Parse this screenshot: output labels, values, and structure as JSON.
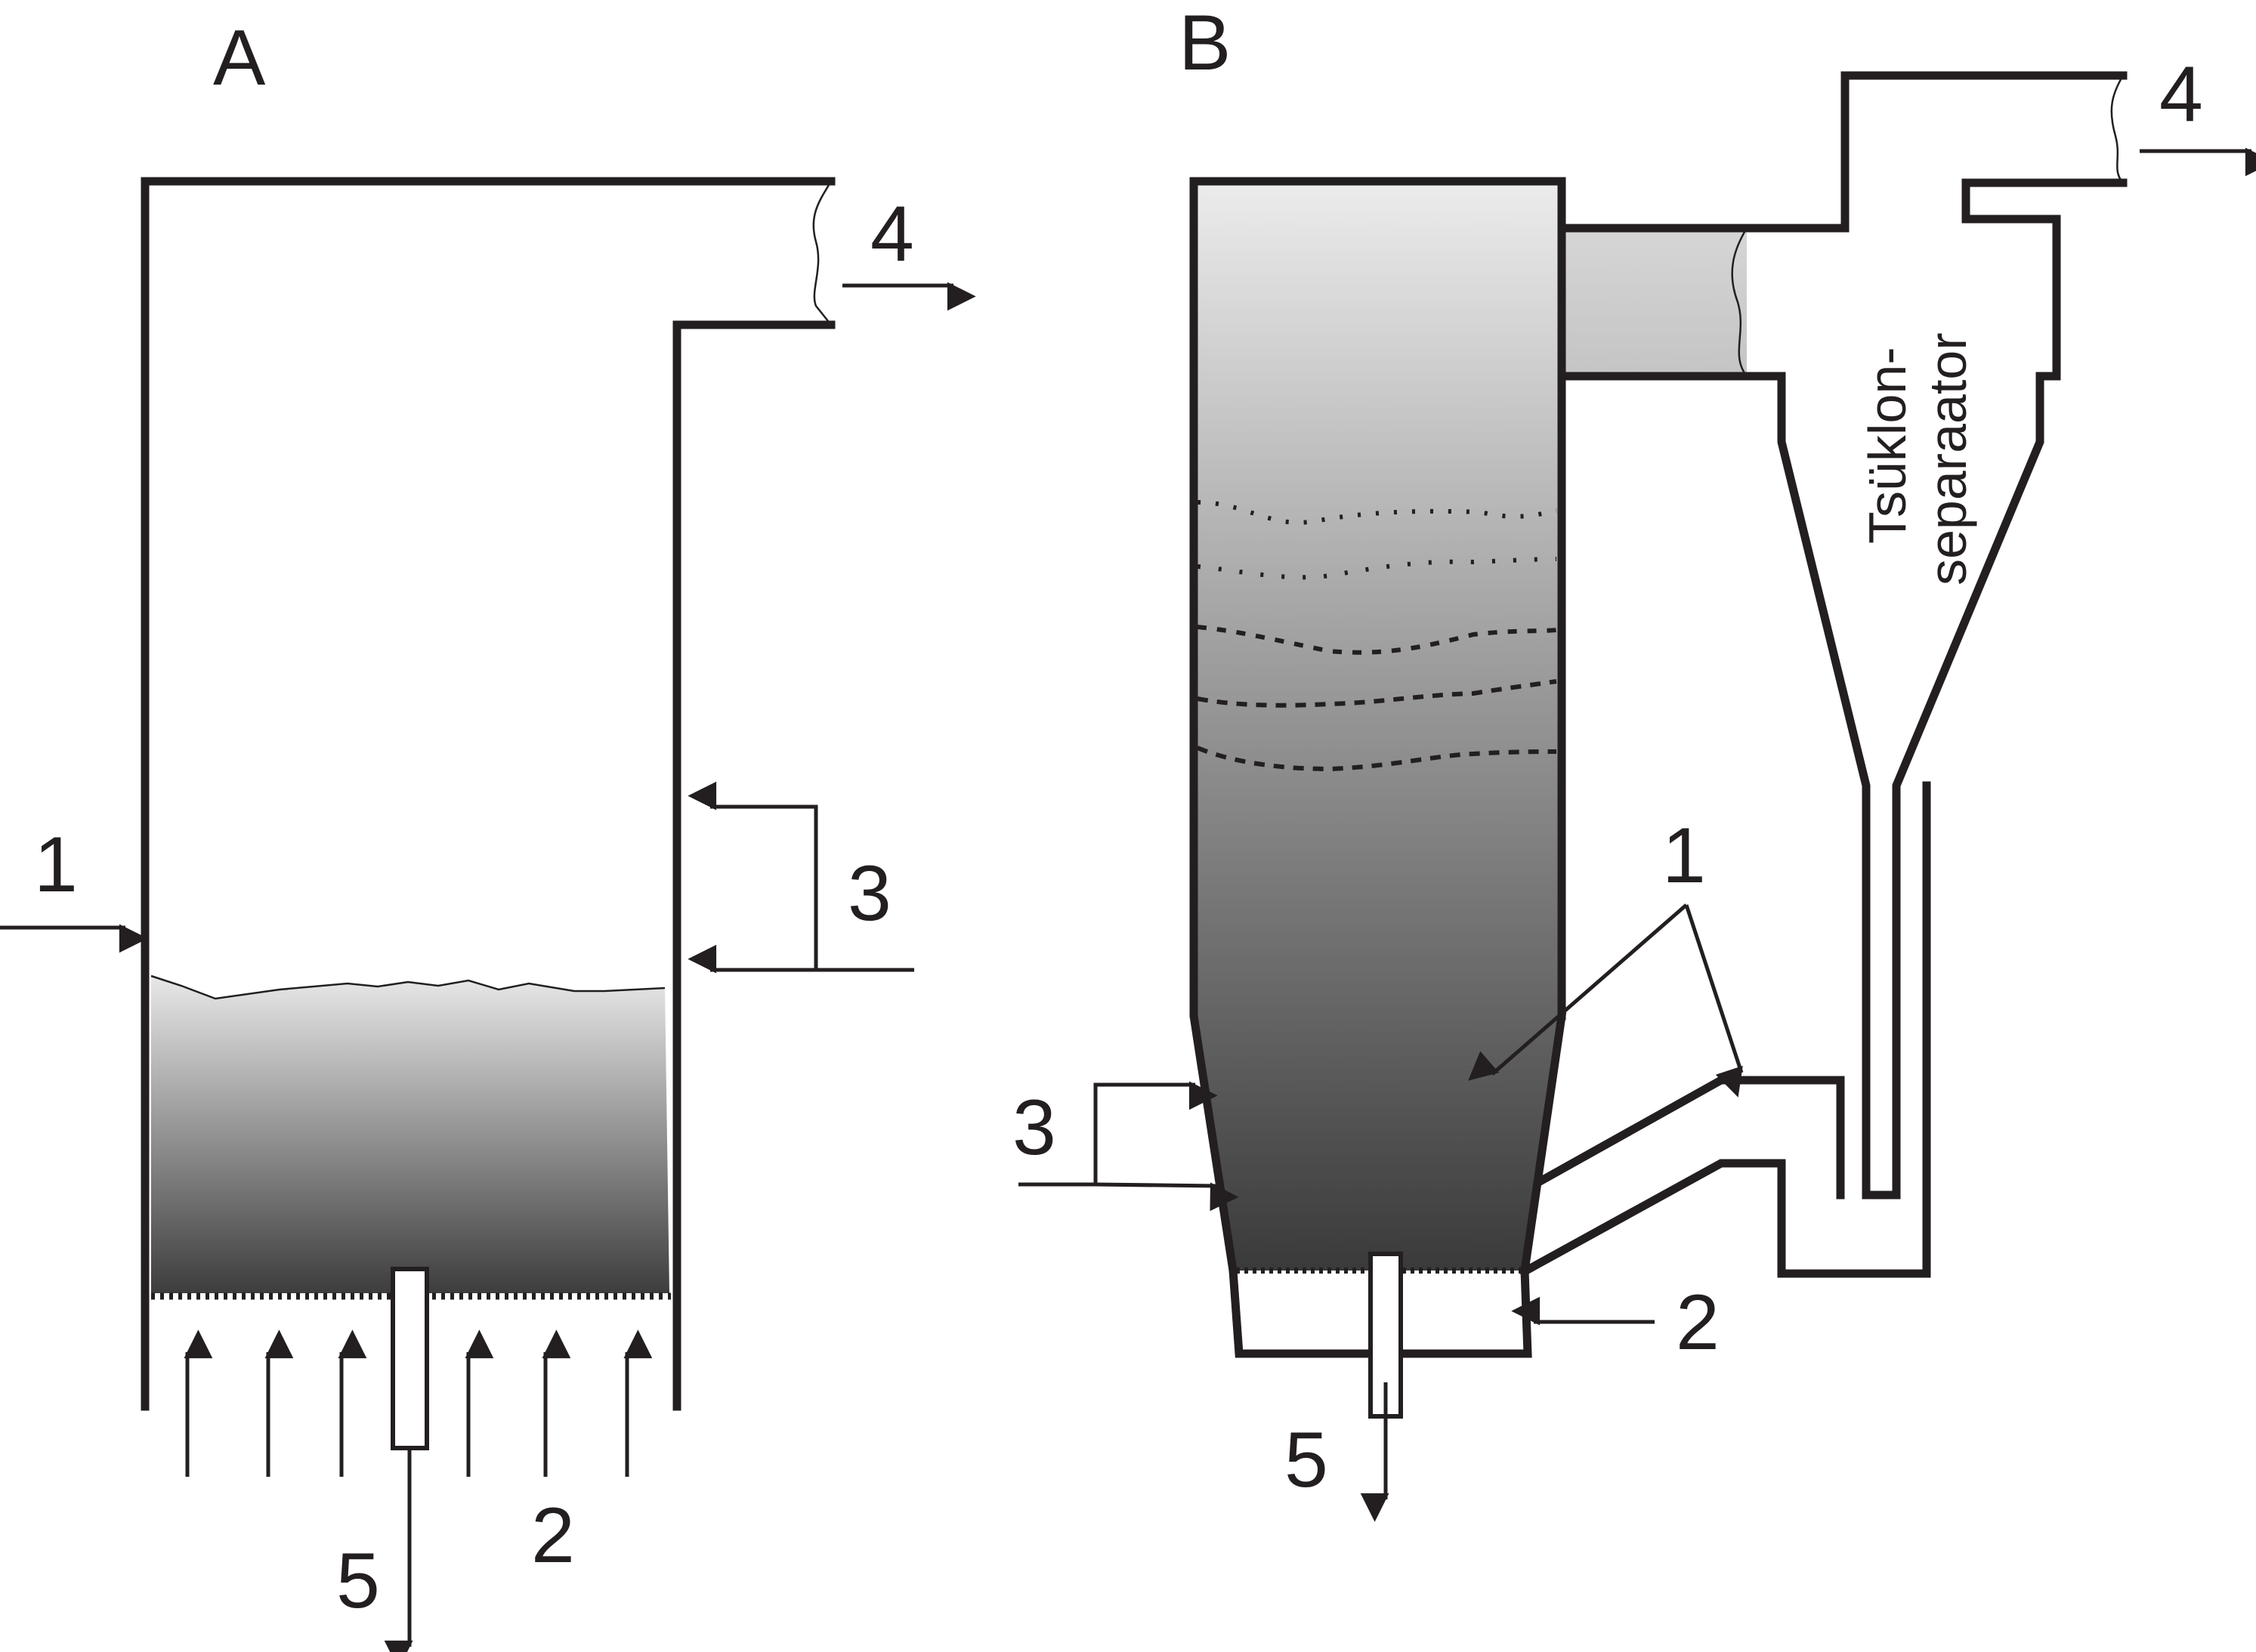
{
  "panels": {
    "a": {
      "title": "A"
    },
    "b": {
      "title": "B"
    }
  },
  "labels": {
    "a_1": "1",
    "a_2": "2",
    "a_3": "3",
    "a_4": "4",
    "a_5": "5",
    "b_1": "1",
    "b_2": "2",
    "b_3": "3",
    "b_4": "4",
    "b_5": "5"
  },
  "cyclone": {
    "line1": "Tsüklon-",
    "line2": "separaator"
  },
  "colors": {
    "ink": "#231f20",
    "bed_light": "#e6e6e6",
    "bed_dark": "#3a3a3a"
  }
}
